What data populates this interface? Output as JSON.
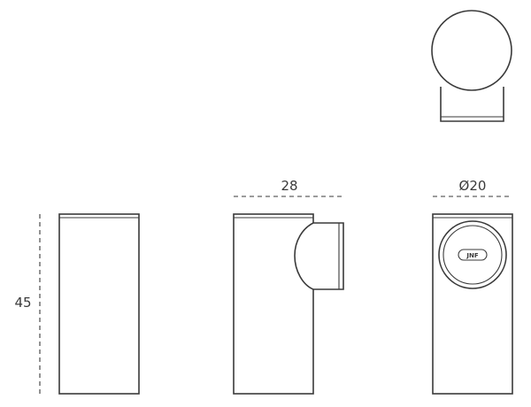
{
  "dimensions": {
    "width": "28",
    "diameter": "Ø20",
    "height": "45"
  },
  "logo": {
    "text": "JNF"
  },
  "colors": {
    "line": "#3a3a3a",
    "background": "#ffffff"
  }
}
